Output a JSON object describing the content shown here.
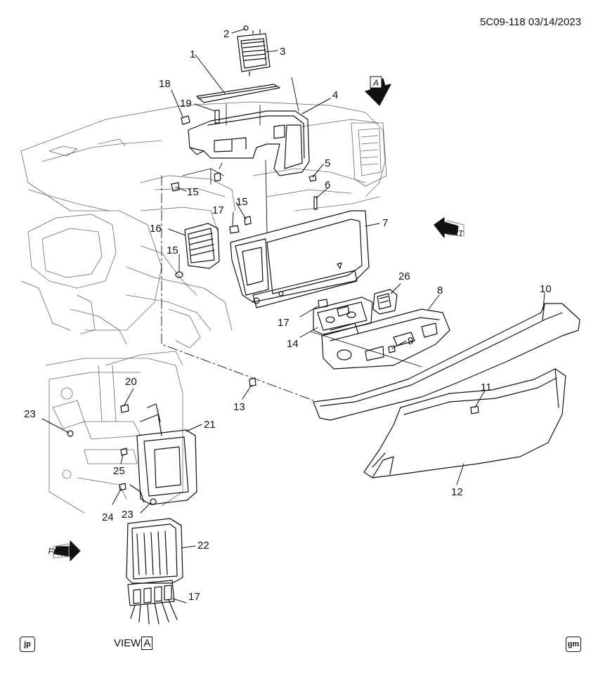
{
  "header": {
    "doc_id": "5C09-118  03/14/2023"
  },
  "footer": {
    "view_text": "VIEW",
    "view_letter": "A",
    "badge_left": "jp",
    "badge_right": "gm"
  },
  "arrows": {
    "view_marker": "A",
    "frt_top": "FRT",
    "frt_bottom": "FRT"
  },
  "callouts": [
    {
      "id": "c1",
      "label": "1"
    },
    {
      "id": "c2",
      "label": "2"
    },
    {
      "id": "c3",
      "label": "3"
    },
    {
      "id": "c4",
      "label": "4"
    },
    {
      "id": "c5",
      "label": "5"
    },
    {
      "id": "c6",
      "label": "6"
    },
    {
      "id": "c7",
      "label": "7"
    },
    {
      "id": "c8",
      "label": "8"
    },
    {
      "id": "c9",
      "label": "9"
    },
    {
      "id": "c10",
      "label": "10"
    },
    {
      "id": "c11",
      "label": "11"
    },
    {
      "id": "c12",
      "label": "12"
    },
    {
      "id": "c13",
      "label": "13"
    },
    {
      "id": "c14",
      "label": "14"
    },
    {
      "id": "c15a",
      "label": "15"
    },
    {
      "id": "c15b",
      "label": "15"
    },
    {
      "id": "c15c",
      "label": "15"
    },
    {
      "id": "c16",
      "label": "16"
    },
    {
      "id": "c17a",
      "label": "17"
    },
    {
      "id": "c17b",
      "label": "17"
    },
    {
      "id": "c17c",
      "label": "17"
    },
    {
      "id": "c18",
      "label": "18"
    },
    {
      "id": "c19",
      "label": "19"
    },
    {
      "id": "c20",
      "label": "20"
    },
    {
      "id": "c21",
      "label": "21"
    },
    {
      "id": "c22",
      "label": "22"
    },
    {
      "id": "c23a",
      "label": "23"
    },
    {
      "id": "c23b",
      "label": "23"
    },
    {
      "id": "c24",
      "label": "24"
    },
    {
      "id": "c25",
      "label": "25"
    },
    {
      "id": "c26",
      "label": "26"
    }
  ]
}
